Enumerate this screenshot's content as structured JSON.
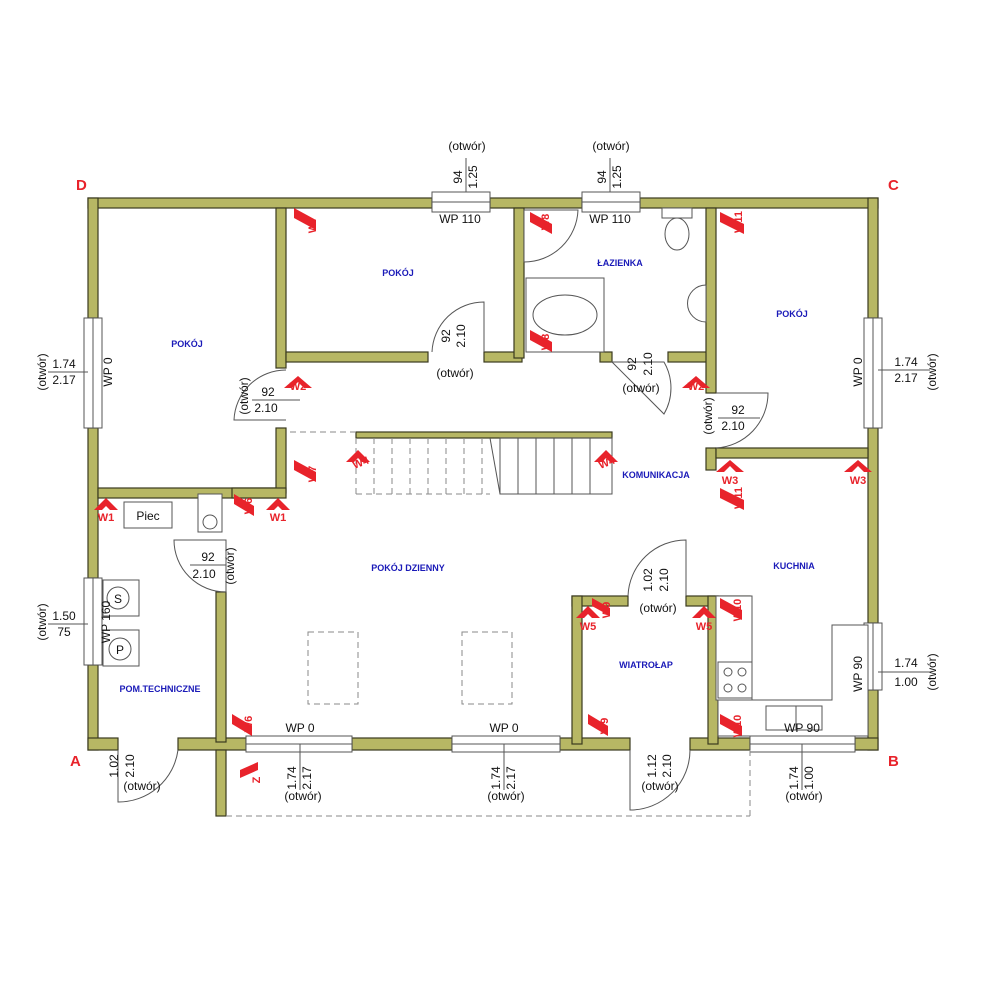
{
  "corners": {
    "a": "A",
    "b": "B",
    "c": "C",
    "d": "D"
  },
  "rooms": {
    "pokoj_left": "POKÓJ",
    "pokoj_top": "POKÓJ",
    "lazienka": "ŁAZIENKA",
    "pokoj_right": "POKÓJ",
    "komunikacja": "KOMUNIKACJA",
    "pokoj_dzienny": "POKÓJ DZIENNY",
    "kuchnia": "KUCHNIA",
    "wiatrolap": "WIATROŁAP",
    "pom_techniczne": "POM.TECHNICZNE"
  },
  "fixtures": {
    "piec": "Piec",
    "s": "S",
    "p": "P"
  },
  "openings": {
    "top1": {
      "wp": "WP 110",
      "otw": "(otwór)",
      "v1": "94",
      "v2": "1.25"
    },
    "top2": {
      "wp": "WP 110",
      "otw": "(otwór)",
      "v1": "94",
      "v2": "1.25"
    },
    "left1": {
      "wp": "WP 0",
      "otw": "(otwór)",
      "v1": "1.74",
      "v2": "2.17"
    },
    "left2": {
      "wp": "WP 160",
      "otw": "(otwór)",
      "v1": "1.50",
      "v2": "75"
    },
    "right1": {
      "wp": "WP 0",
      "otw": "(otwór)",
      "v1": "1.74",
      "v2": "2.17"
    },
    "right2": {
      "wp": "WP 90",
      "otw": "(otwór)",
      "v1": "1.74",
      "v2": "1.00"
    },
    "bottom1": {
      "wp": "WP 0",
      "otw": "(otwór)",
      "v1": "1.74",
      "v2": "2.17"
    },
    "bottom2": {
      "wp": "WP 0",
      "otw": "(otwór)",
      "v1": "1.74",
      "v2": "2.17"
    },
    "bottom3": {
      "wp": "WP 90",
      "otw": "(otwór)",
      "v1": "1.74",
      "v2": "1.00"
    },
    "door_room_top": {
      "otw": "(otwór)",
      "v1": "92",
      "v2": "2.10"
    },
    "door_room_left": {
      "otw": "(otwór)",
      "v1": "92",
      "v2": "2.10"
    },
    "door_bath": {
      "otw": "(otwór)",
      "v1": "92",
      "v2": "2.10"
    },
    "door_room_right": {
      "otw": "(otwór)",
      "v1": "92",
      "v2": "2.10"
    },
    "door_tech": {
      "otw": "(otwór)",
      "v1": "92",
      "v2": "2.10"
    },
    "door_vest": {
      "otw": "(otwór)",
      "v1": "1.02",
      "v2": "2.10"
    },
    "door_tech_out": {
      "otw": "(otwór)",
      "v1": "1.02",
      "v2": "2.10"
    },
    "door_main": {
      "otw": "(otwór)",
      "v1": "1.12",
      "v2": "2.10"
    }
  },
  "markers": {
    "w1": "W1",
    "w2": "W2",
    "w3": "W3",
    "w4": "W4",
    "w5": "W5",
    "w6": "W6",
    "w7": "W7",
    "w8": "W8",
    "w9": "W9",
    "w10": "W10",
    "w11": "W11",
    "z": "Z"
  },
  "colors": {
    "wall": "#b7b764",
    "marker": "#e8232b",
    "room_label": "#1a1ab8"
  }
}
